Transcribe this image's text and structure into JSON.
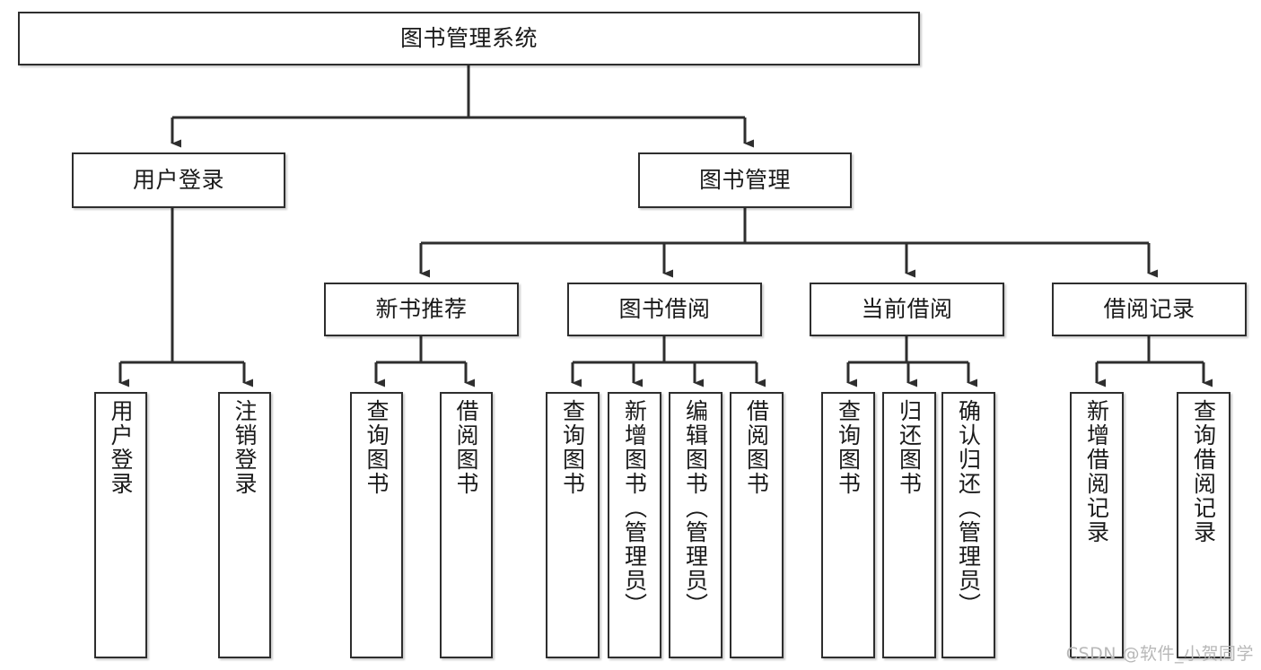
{
  "diagram": {
    "type": "tree-hierarchy",
    "title": "图书管理系统",
    "orientation": "top-down",
    "colors": {
      "node_border": "#2e2e2e",
      "node_fill": "#ffffff",
      "edge": "#2e2e2e",
      "canvas": "#ffffff",
      "watermark": "#b8b8b8"
    }
  },
  "nodes": {
    "root": {
      "label": "图书管理系统"
    },
    "level2": [
      {
        "id": "user-login",
        "label": "用户登录"
      },
      {
        "id": "book-management",
        "label": "图书管理"
      }
    ],
    "level3": [
      {
        "id": "new-book-recommend",
        "label": "新书推荐"
      },
      {
        "id": "book-borrow",
        "label": "图书借阅"
      },
      {
        "id": "current-borrow",
        "label": "当前借阅"
      },
      {
        "id": "borrow-record",
        "label": "借阅记录"
      }
    ],
    "leaves": {
      "user-login": [
        {
          "id": "leaf-user-login",
          "label": "用户登录"
        },
        {
          "id": "leaf-logout",
          "label": "注销登录"
        }
      ],
      "new-book-recommend": [
        {
          "id": "leaf-query-book-1",
          "label": "查询图书"
        },
        {
          "id": "leaf-borrow-book-1",
          "label": "借阅图书"
        }
      ],
      "book-borrow": [
        {
          "id": "leaf-query-book-2",
          "label": "查询图书"
        },
        {
          "id": "leaf-add-book",
          "label": "新增图书（管理员）"
        },
        {
          "id": "leaf-edit-book",
          "label": "编辑图书（管理员）"
        },
        {
          "id": "leaf-borrow-book-2",
          "label": "借阅图书"
        }
      ],
      "current-borrow": [
        {
          "id": "leaf-query-book-3",
          "label": "查询图书"
        },
        {
          "id": "leaf-return-book",
          "label": "归还图书"
        },
        {
          "id": "leaf-confirm-return",
          "label": "确认归还（管理员）"
        }
      ],
      "borrow-record": [
        {
          "id": "leaf-add-record",
          "label": "新增借阅记录"
        },
        {
          "id": "leaf-query-record",
          "label": "查询借阅记录"
        }
      ]
    }
  },
  "watermark": {
    "text": "CSDN @软件_小贺同学"
  }
}
